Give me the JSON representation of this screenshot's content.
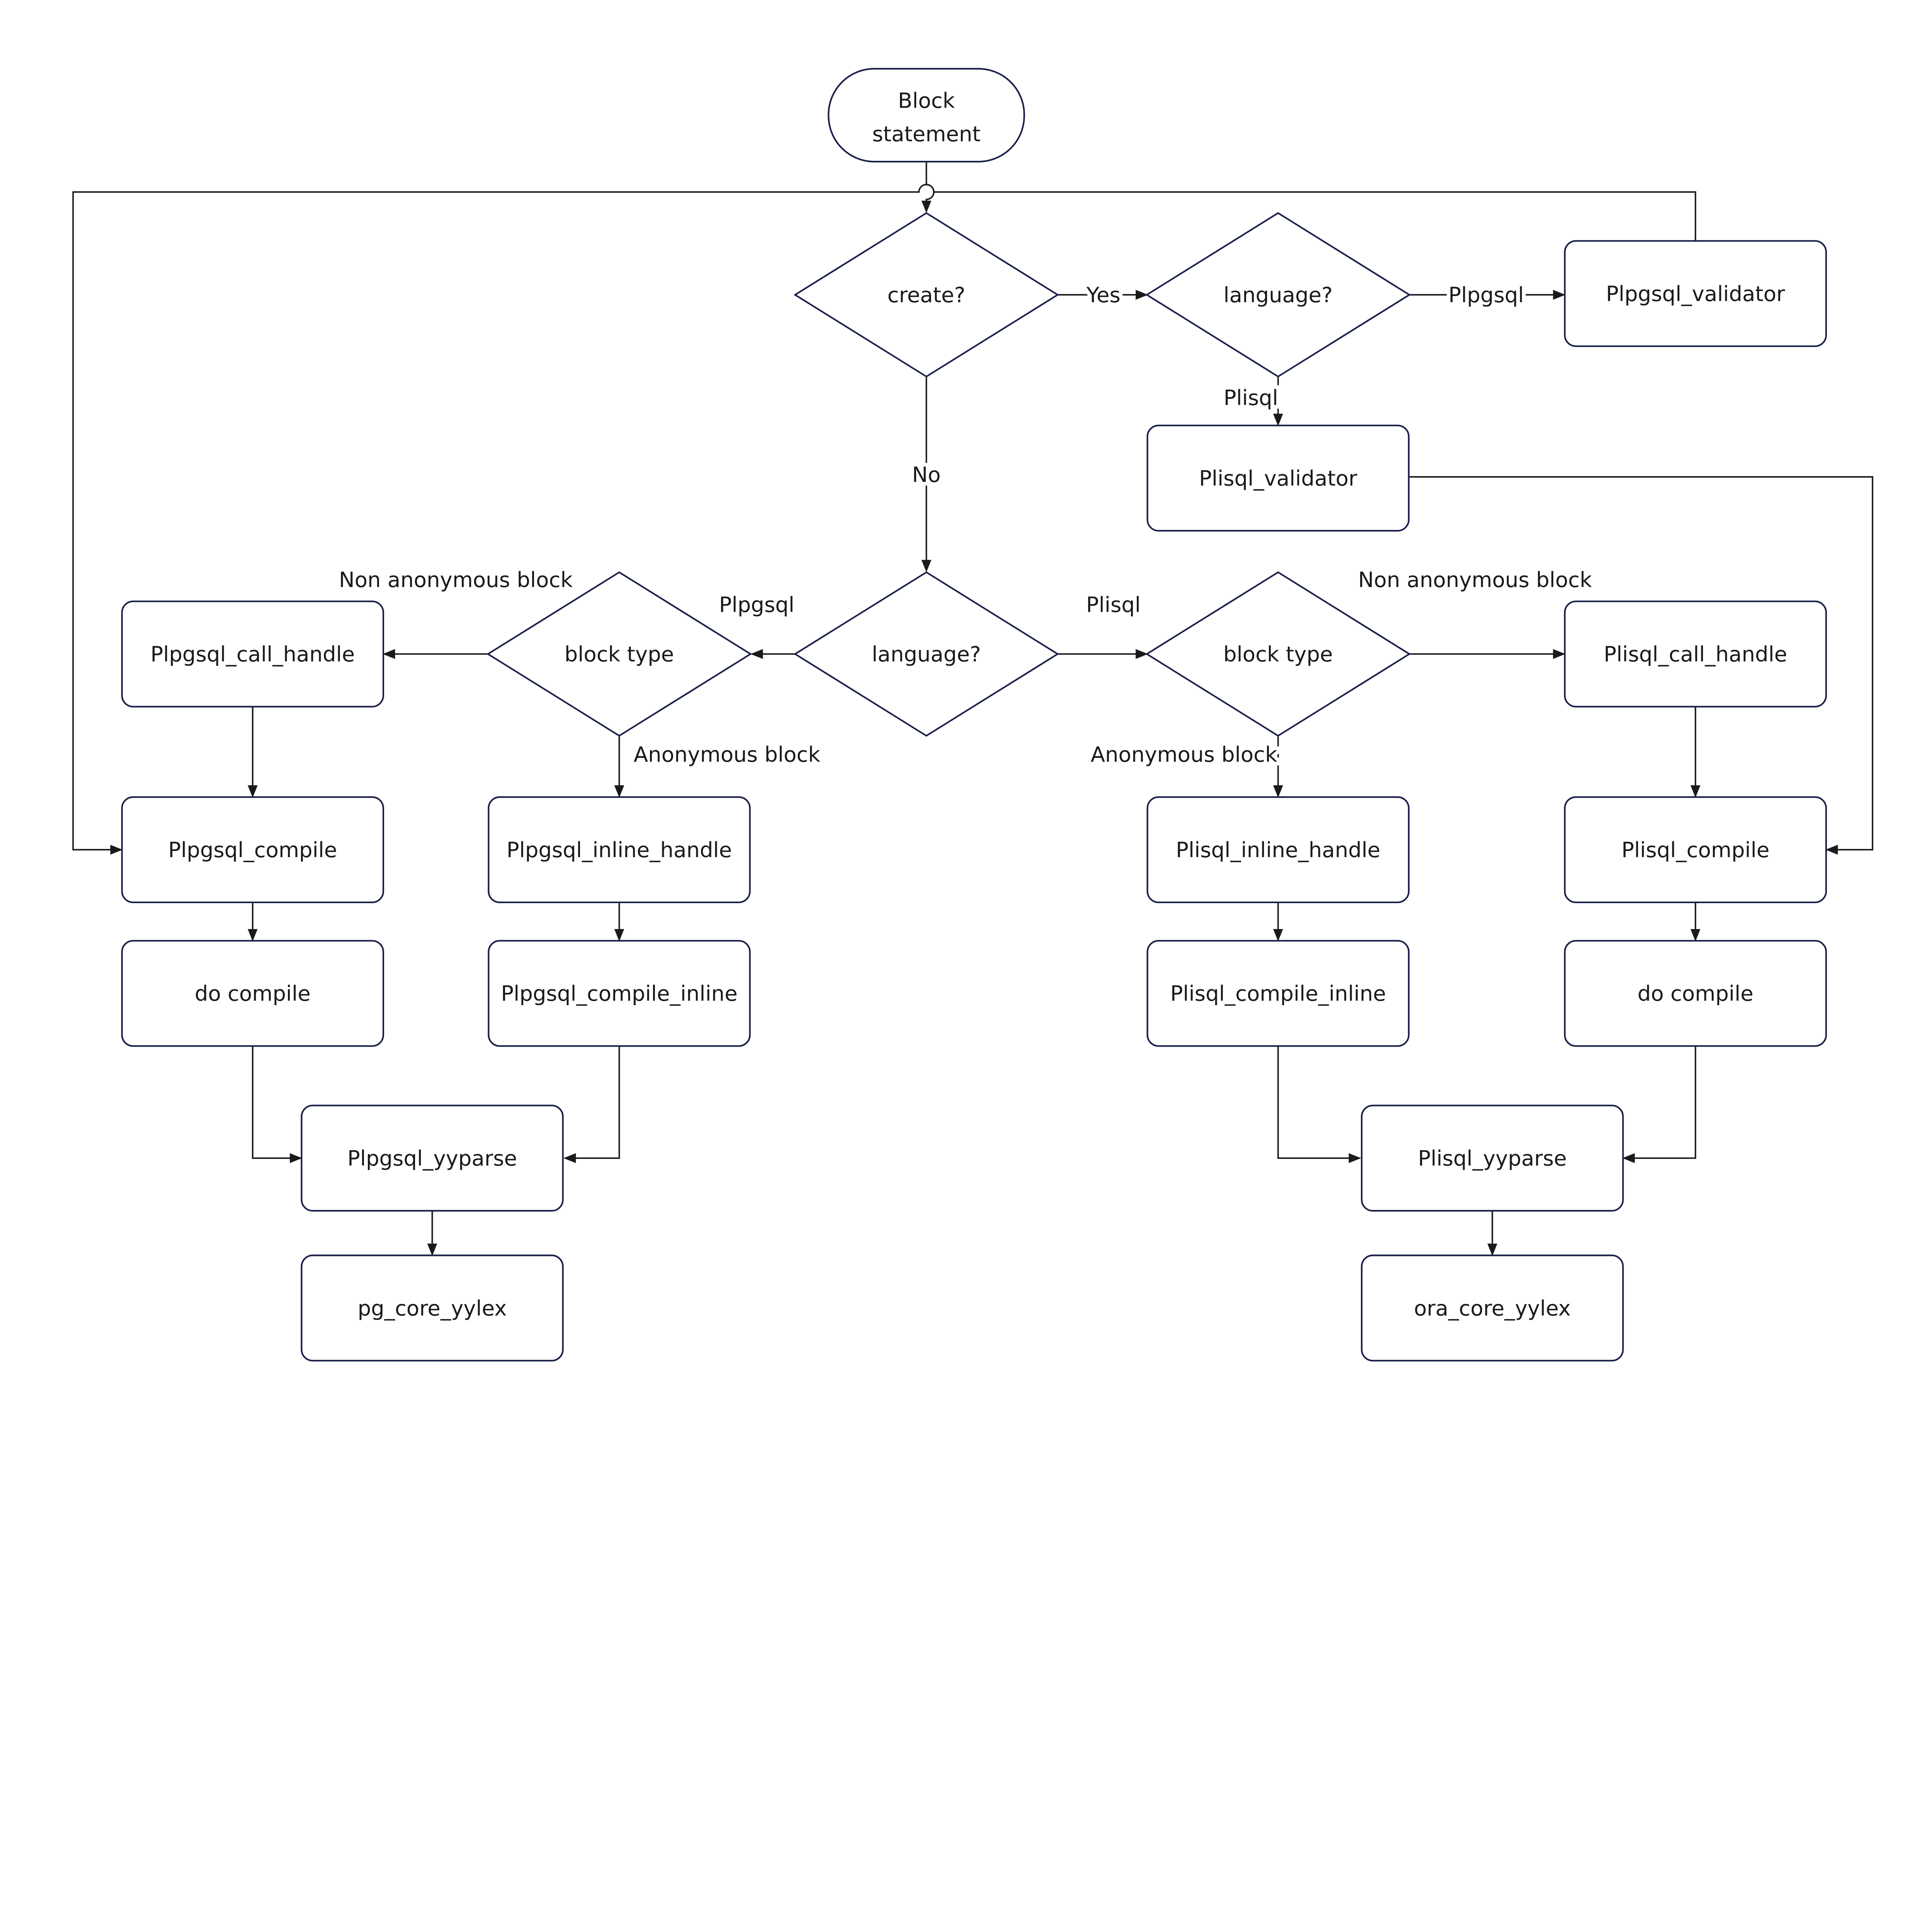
{
  "nodes": {
    "start": "Block statement",
    "create": "create?",
    "language_top": "language?",
    "plpgsql_validator": "Plpgsql_validator",
    "plisql_validator": "Plisql_validator",
    "language_mid": "language?",
    "block_type_left": "block type",
    "block_type_right": "block type",
    "plpgsql_call_handle": "Plpgsql_call_handle",
    "plisql_call_handle": "Plisql_call_handle",
    "plpgsql_compile": "Plpgsql_compile",
    "plpgsql_inline_handle": "Plpgsql_inline_handle",
    "plisql_inline_handle": "Plisql_inline_handle",
    "plisql_compile": "Plisql_compile",
    "do_compile_left": "do compile",
    "plpgsql_compile_inline": "Plpgsql_compile_inline",
    "plisql_compile_inline": "Plisql_compile_inline",
    "do_compile_right": "do compile",
    "plpgsql_yyparse": "Plpgsql_yyparse",
    "plisql_yyparse": "Plisql_yyparse",
    "pg_core_yylex": "pg_core_yylex",
    "ora_core_yylex": "ora_core_yylex"
  },
  "edge_labels": {
    "yes": "Yes",
    "no": "No",
    "top_plpgsql": "Plpgsql",
    "top_plisql": "Plisql",
    "mid_plpgsql": "Plpgsql",
    "mid_plisql": "Plisql",
    "left_non_anonymous": "Non anonymous block",
    "left_anonymous": "Anonymous block",
    "right_non_anonymous": "Non anonymous block",
    "right_anonymous": "Anonymous block"
  },
  "colors": {
    "node_stroke": "#1a1f4a",
    "edge": "#1a1a1a"
  }
}
